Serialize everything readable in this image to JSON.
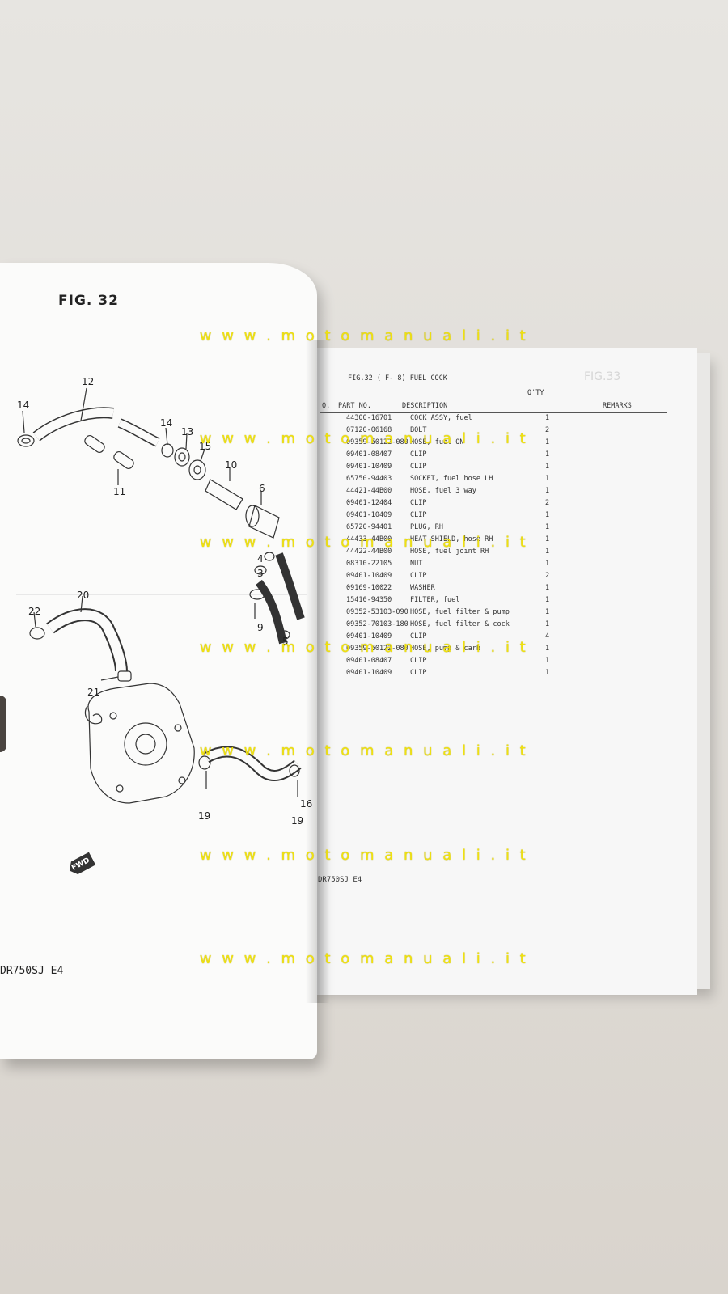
{
  "left_page": {
    "figure_label": "FIG. 32",
    "footer": "DR750SJ E4",
    "fwd_mark": "FWD",
    "callouts": [
      "12",
      "14",
      "14",
      "13",
      "15",
      "10",
      "11",
      "6",
      "4",
      "3",
      "20",
      "22",
      "9",
      "5",
      "21",
      "19",
      "16",
      "19"
    ]
  },
  "right_page": {
    "header": "FIG.32 ( F- 8) FUEL COCK",
    "col_qty": "Q'TY",
    "col_no": "O.",
    "col_part": "PART NO.",
    "col_desc": "DESCRIPTION",
    "col_remarks": "REMARKS",
    "rows": [
      {
        "part": "44300-16701",
        "desc": "COCK ASSY, fuel",
        "qty": "1"
      },
      {
        "part": "07120-06168",
        "desc": "BOLT",
        "qty": "2"
      },
      {
        "part": "09359-50122-080",
        "desc": "HOSE, fuel ON",
        "qty": "1"
      },
      {
        "part": "09401-08407",
        "desc": "CLIP",
        "qty": "1"
      },
      {
        "part": "09401-10409",
        "desc": "CLIP",
        "qty": "1"
      },
      {
        "part": "65750-94403",
        "desc": "SOCKET, fuel hose LH",
        "qty": "1"
      },
      {
        "part": "44421-44B00",
        "desc": "HOSE, fuel 3 way",
        "qty": "1"
      },
      {
        "part": "09401-12404",
        "desc": "CLIP",
        "qty": "2"
      },
      {
        "part": "09401-10409",
        "desc": "CLIP",
        "qty": "1"
      },
      {
        "part": "65720-94401",
        "desc": "PLUG, RH",
        "qty": "1"
      },
      {
        "part": "44433-44B00",
        "desc": "HEAT SHIELD, hose RH",
        "qty": "1"
      },
      {
        "part": "44422-44B00",
        "desc": "HOSE, fuel joint RH",
        "qty": "1"
      },
      {
        "part": "08310-22105",
        "desc": "NUT",
        "qty": "1"
      },
      {
        "part": "09401-10409",
        "desc": "CLIP",
        "qty": "2"
      },
      {
        "part": "09169-10022",
        "desc": "WASHER",
        "qty": "1"
      },
      {
        "part": "15410-94350",
        "desc": "FILTER, fuel",
        "qty": "1"
      },
      {
        "part": "09352-53103-090",
        "desc": "HOSE, fuel filter & pump",
        "qty": "1"
      },
      {
        "part": "09352-70103-180",
        "desc": "HOSE, fuel filter & cock",
        "qty": "1"
      },
      {
        "part": "09401-10409",
        "desc": "CLIP",
        "qty": "4"
      },
      {
        "part": "09359-50122-080",
        "desc": "HOSE, pump & carb",
        "qty": "1"
      },
      {
        "part": "09401-08407",
        "desc": "CLIP",
        "qty": "1"
      },
      {
        "part": "09401-10409",
        "desc": "CLIP",
        "qty": "1"
      }
    ],
    "footer": "DR750SJ E4",
    "ghost_fig": "FIG.33"
  },
  "watermark": {
    "text": "w w w . m o t o m a n u a l i . i t",
    "color": "#f0e20e"
  }
}
